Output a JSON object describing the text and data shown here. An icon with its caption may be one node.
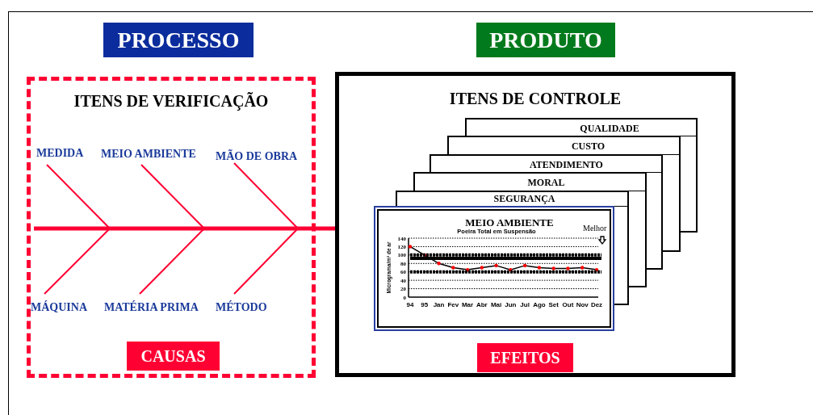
{
  "diagram": {
    "nodes": [
      {
        "text": [
          "PROCESSO"
        ]
      },
      {
        "text": [
          "PRODUTO"
        ]
      },
      {
        "text": [
          "ITENS DE VERIFICAÇÃO"
        ]
      },
      {
        "text": [
          "CAUSAS"
        ],
        "in": 2
      },
      {
        "text": [
          "ITENS DE CONTROLE"
        ]
      },
      {
        "text": [
          "QUALIDADE"
        ],
        "in": 4
      },
      {
        "text": [
          "CUSTO"
        ],
        "in": 4
      },
      {
        "text": [
          "ATENDIMENTO"
        ],
        "in": 4
      },
      {
        "text": [
          "MORAL"
        ],
        "in": 4
      },
      {
        "text": [
          "SEGURANÇA"
        ],
        "in": 4
      },
      {
        "text": [
          "MEIO AMBIENTE"
        ],
        "in": 4
      },
      {
        "text": [
          "EFEITOS"
        ],
        "in": 4
      }
    ],
    "edges": [
      {
        "from": 2,
        "to": 4,
        "arrow": "none"
      }
    ],
    "labels": [
      "MEDIDA",
      "MEIO AMBIENTE",
      "MÃO DE OBRA",
      "MÁQUINA",
      "MATÉRIA PRIMA",
      "MÉTODO",
      "Melhor"
    ],
    "chart_data": {
      "type": "line",
      "title": "Poeira Total em Suspensão",
      "ylabel": "Micrograma/m³ de ar",
      "categories": [
        "94",
        "95",
        "Jan",
        "Fev",
        "Mar",
        "Abr",
        "Mai",
        "Jun",
        "Jul",
        "Ago",
        "Set",
        "Out",
        "Nov",
        "Dez"
      ],
      "series": [
        {
          "color": "#000000",
          "values": [
            120,
            100,
            80,
            70,
            65,
            70,
            75,
            65,
            75,
            70,
            68,
            68,
            70,
            65
          ]
        }
      ],
      "ylim": [
        0,
        140
      ],
      "yticks": [
        0,
        20,
        40,
        60,
        80,
        100,
        120,
        140
      ],
      "grid": true
    }
  }
}
